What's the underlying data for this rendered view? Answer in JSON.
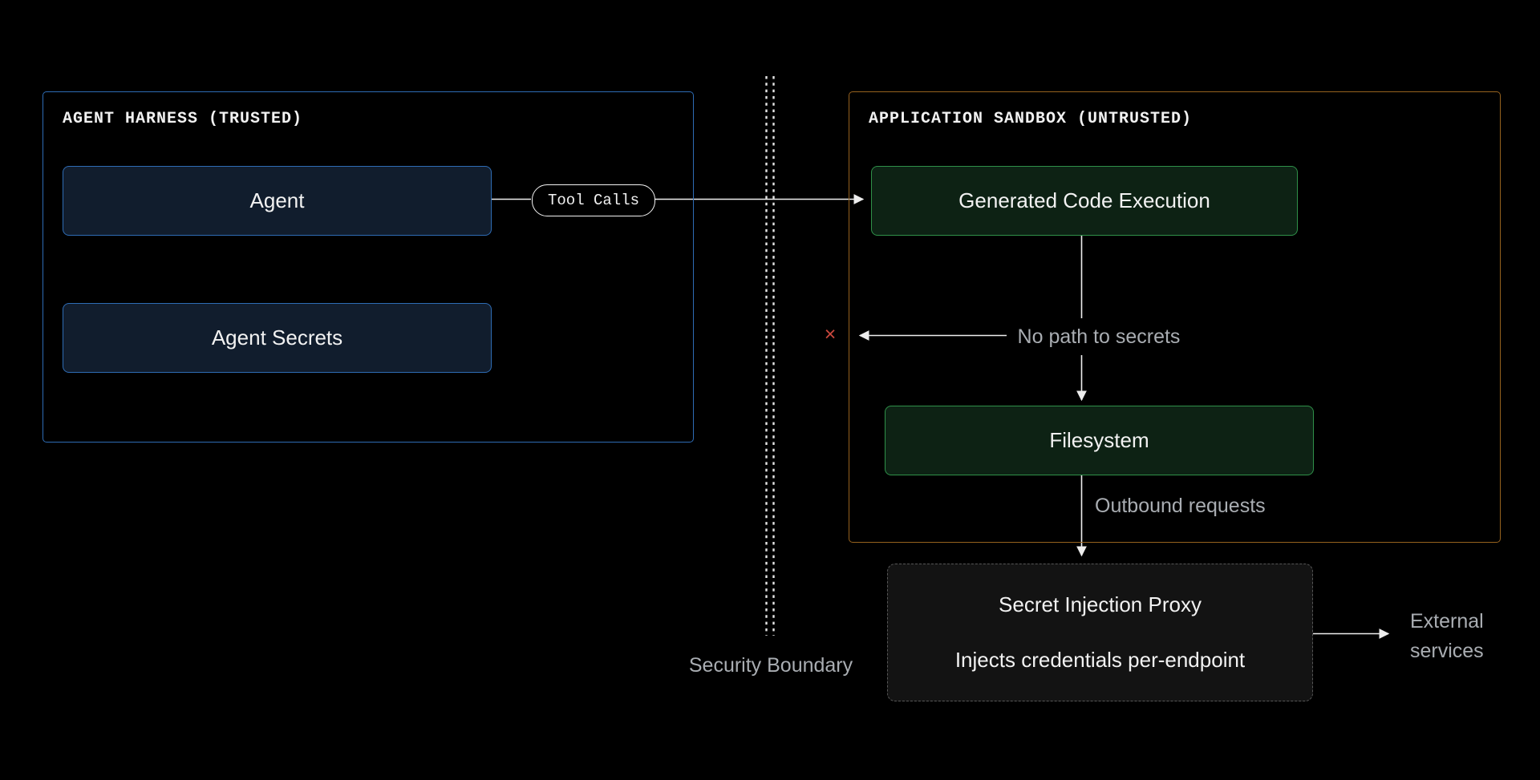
{
  "trusted_zone": {
    "title": "AGENT HARNESS (TRUSTED)",
    "agent_label": "Agent",
    "secrets_label": "Agent Secrets"
  },
  "sandbox_zone": {
    "title": "APPLICATION SANDBOX (UNTRUSTED)",
    "codeexec_label": "Generated Code Execution",
    "filesystem_label": "Filesystem"
  },
  "proxy": {
    "title": "Secret Injection Proxy",
    "subtitle": "Injects credentials per-endpoint"
  },
  "edges": {
    "tool_calls": "Tool Calls",
    "no_path": "No path to secrets",
    "blocked_mark": "×",
    "outbound": "Outbound requests",
    "external_line1": "External",
    "external_line2": "services"
  },
  "boundary": {
    "label": "Security Boundary"
  },
  "colors": {
    "trusted_border": "#2e6cb5",
    "trusted_fill": "#111d2d",
    "sandbox_border": "#96621e",
    "green_border": "#2f9149",
    "green_fill": "#0d2214",
    "proxy_border": "#575757",
    "proxy_fill": "#131313",
    "text_primary": "#f2f2f2",
    "text_muted": "#a9adb2",
    "blocked_x": "#c9473d",
    "arrow": "#ededed"
  }
}
